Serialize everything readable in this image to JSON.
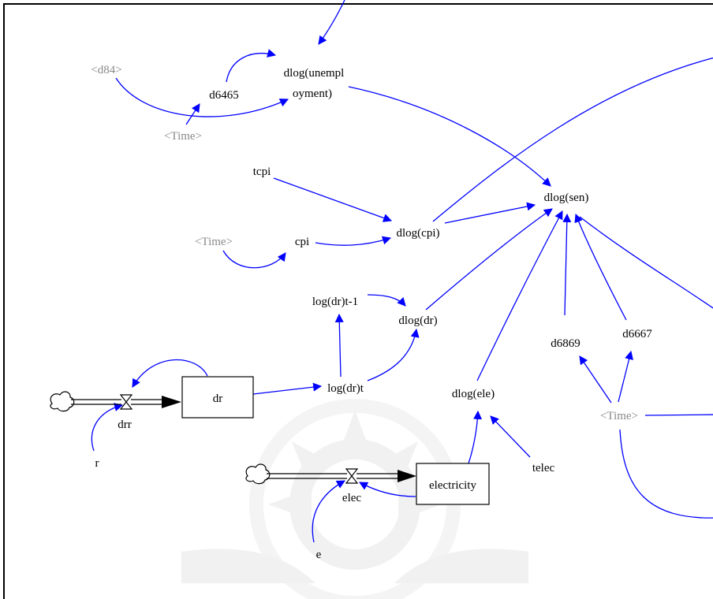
{
  "colors": {
    "link": "#0000ff",
    "shadow_text": "#8a8a8a",
    "text": "#000000",
    "border": "#000000",
    "watermark": "#e8e8e8"
  },
  "variables": {
    "d84": "<d84>",
    "d6465": "d6465",
    "dlog_unemployment_line1": "dlog(unempl",
    "dlog_unemployment_line2": "oyment)",
    "time_top": "<Time>",
    "tcpi": "tcpi",
    "time_mid": "<Time>",
    "cpi": "cpi",
    "dlog_cpi": "dlog(cpi)",
    "dlog_sen": "dlog(sen)",
    "log_dr_t1": "log(dr)t-1",
    "dlog_dr": "dlog(dr)",
    "log_dr_t": "log(dr)t",
    "dlog_ele": "dlog(ele)",
    "d6869": "d6869",
    "d6667": "d6667",
    "time_right": "<Time>",
    "telec": "telec",
    "r": "r",
    "e": "e"
  },
  "stocks": {
    "dr": "dr",
    "electricity": "electricity"
  },
  "flows": {
    "drr": "drr",
    "elec": "elec"
  },
  "icons": {
    "source_cloud": "cloud-icon",
    "valve": "valve-icon",
    "watermark": "ornament-watermark"
  }
}
